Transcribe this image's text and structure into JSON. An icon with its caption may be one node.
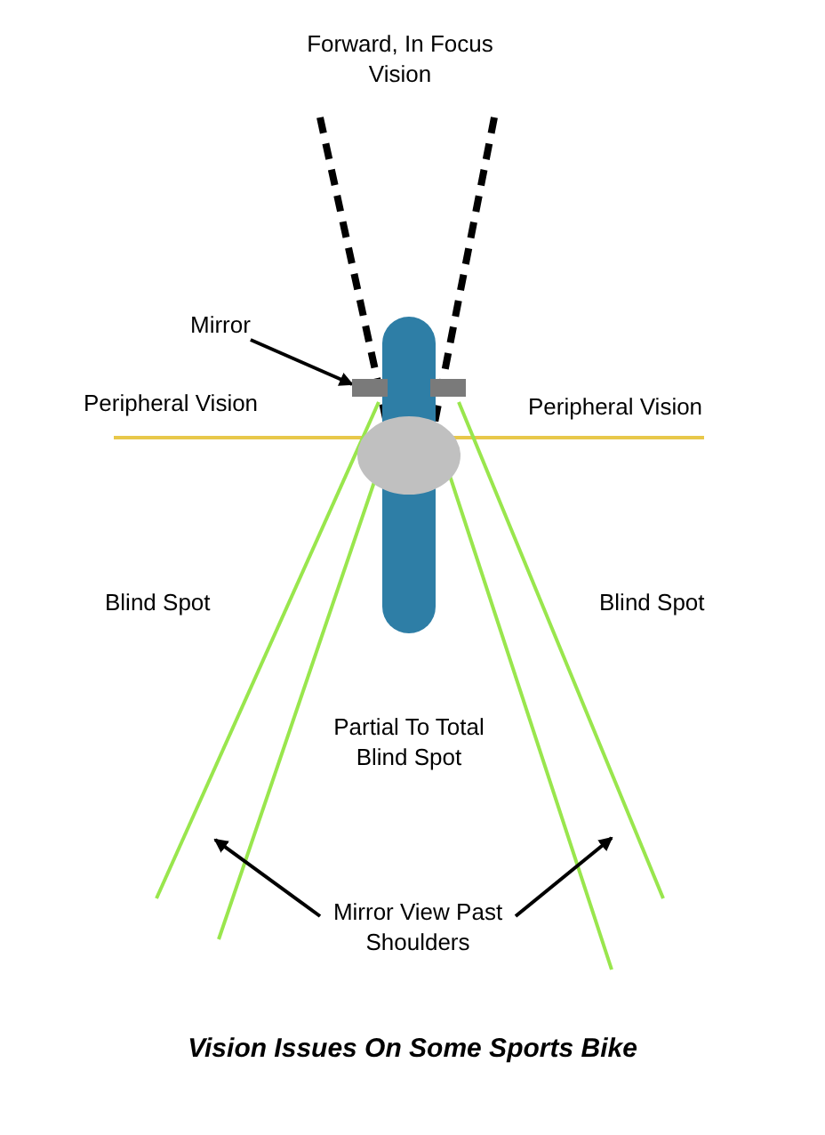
{
  "diagram": {
    "caption": "Vision Issues On Some Sports Bike",
    "nodes": [
      {
        "text": [
          "Mirror"
        ]
      },
      {
        "text": [],
        "shape": "box"
      },
      {
        "text": [
          "Mirror View Past Shoulders"
        ]
      }
    ],
    "edges": [
      {
        "from": 0,
        "to": 1,
        "arrow": "to"
      },
      {
        "from": 2,
        "to": null,
        "arrow": "to"
      },
      {
        "from": 2,
        "to": null,
        "arrow": "to"
      }
    ],
    "labels": [
      "Forward, In Focus Vision",
      "Peripheral Vision",
      "Peripheral Vision",
      "Blind Spot",
      "Blind Spot",
      "Partial To Total Blind Spot"
    ]
  }
}
